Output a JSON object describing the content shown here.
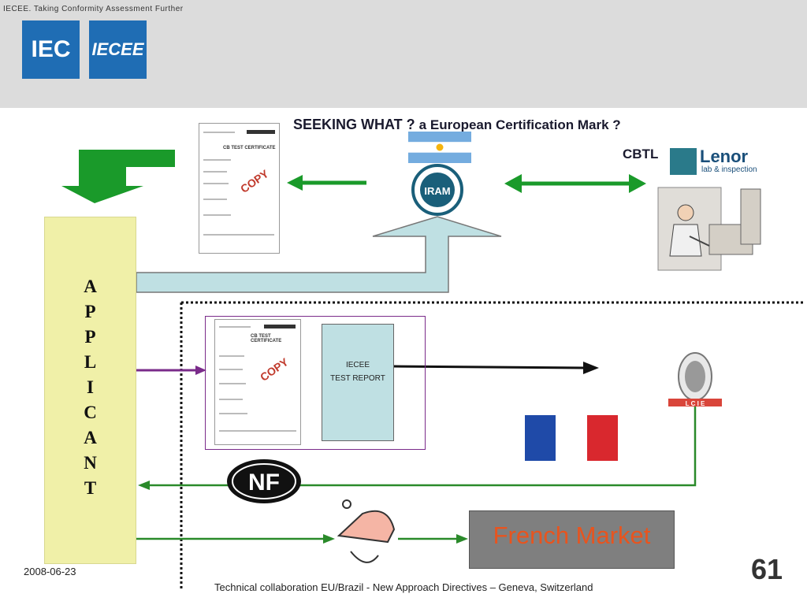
{
  "header": {
    "tagline": "IECEE. Taking Conformity Assessment Further",
    "logos": [
      {
        "name": "iec-logo",
        "text": "IEC"
      },
      {
        "name": "iecee-logo",
        "text": "IECEE"
      }
    ]
  },
  "title": {
    "main": "SEEKING WHAT ? ",
    "sub": "a European Certification Mark ?"
  },
  "cbtl_label": "CBTL",
  "lenor": {
    "name": "Lenor",
    "tagline": "lab & inspection"
  },
  "applicant_letters": "A\nP\nP\nL\nI\nC\nA\nN\nT",
  "documents": {
    "stamp_text": "COPY",
    "certificate_header": "CB TEST CERTIFICATE"
  },
  "report": {
    "line1": "IECEE",
    "line2": "TEST REPORT"
  },
  "market_label": "French Market",
  "footer": {
    "date": "2008-06-23",
    "text": "Technical collaboration EU/Brazil - New Approach Directives – Geneva, Switzerland",
    "page": "61"
  },
  "marks": {
    "nf_text": "NF",
    "iram_text": "IRAM",
    "lcie_text": "L C I E"
  },
  "colors": {
    "arrow_green": "#1a9a2a",
    "arrow_blue_fill": "#bfe0e3",
    "report_fill": "#bfe0e3",
    "applicant_fill": "#f0f0a8",
    "purple_frame": "#7a2b8a",
    "market_text": "#e8541e",
    "line_green": "#2a8a2a"
  }
}
